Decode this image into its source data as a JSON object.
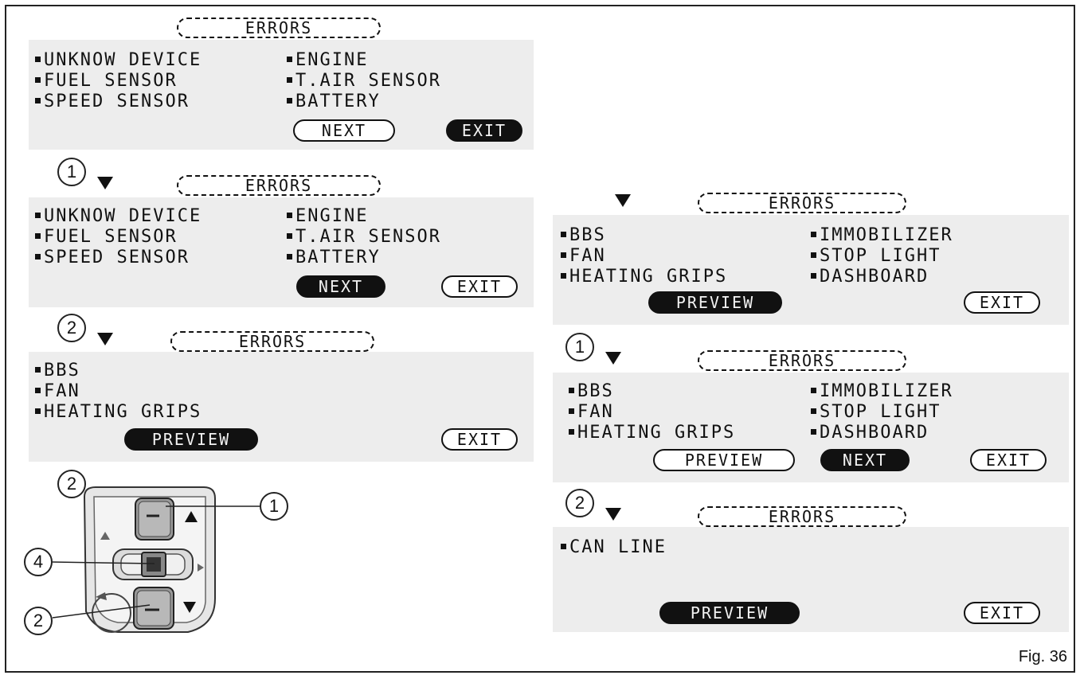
{
  "figure_label": "Fig. 36",
  "screens": [
    {
      "id": "s1",
      "title": "ERRORS",
      "items": [
        "UNKNOW DEVICE",
        "ENGINE",
        "FUEL SENSOR",
        "T.AIR SENSOR",
        "SPEED SENSOR",
        "BATTERY"
      ],
      "buttons": [
        {
          "label": "NEXT",
          "selected": false
        },
        {
          "label": "EXIT",
          "selected": true
        }
      ]
    },
    {
      "id": "s2",
      "step_callout": "1",
      "title": "ERRORS",
      "items": [
        "UNKNOW DEVICE",
        "ENGINE",
        "FUEL SENSOR",
        "T.AIR SENSOR",
        "SPEED SENSOR",
        "BATTERY"
      ],
      "buttons": [
        {
          "label": "NEXT",
          "selected": true
        },
        {
          "label": "EXIT",
          "selected": false
        }
      ]
    },
    {
      "id": "s3",
      "step_callout": "2",
      "title": "ERRORS",
      "items": [
        "BBS",
        "FAN",
        "HEATING GRIPS"
      ],
      "buttons": [
        {
          "label": "PREVIEW",
          "selected": true
        },
        {
          "label": "EXIT",
          "selected": false
        }
      ]
    },
    {
      "id": "s4",
      "title": "ERRORS",
      "items": [
        "BBS",
        "IMMOBILIZER",
        "FAN",
        "STOP LIGHT",
        "HEATING GRIPS",
        "DASHBOARD"
      ],
      "buttons": [
        {
          "label": "PREVIEW",
          "selected": true
        },
        {
          "label": "EXIT",
          "selected": false
        }
      ]
    },
    {
      "id": "s5",
      "step_callout": "1",
      "title": "ERRORS",
      "items": [
        "BBS",
        "IMMOBILIZER",
        "FAN",
        "STOP LIGHT",
        "HEATING GRIPS",
        "DASHBOARD"
      ],
      "buttons": [
        {
          "label": "PREVIEW",
          "selected": false
        },
        {
          "label": "NEXT",
          "selected": true
        },
        {
          "label": "EXIT",
          "selected": false
        }
      ]
    },
    {
      "id": "s6",
      "step_callout": "2",
      "title": "ERRORS",
      "items": [
        "CAN LINE"
      ],
      "buttons": [
        {
          "label": "PREVIEW",
          "selected": true
        },
        {
          "label": "EXIT",
          "selected": false
        }
      ]
    }
  ],
  "switch_diagram": {
    "step_callout": "2",
    "callouts": [
      "1",
      "4",
      "2"
    ],
    "icons": [
      "arrow-up-icon",
      "arrow-down-icon",
      "joystick-icon"
    ]
  }
}
